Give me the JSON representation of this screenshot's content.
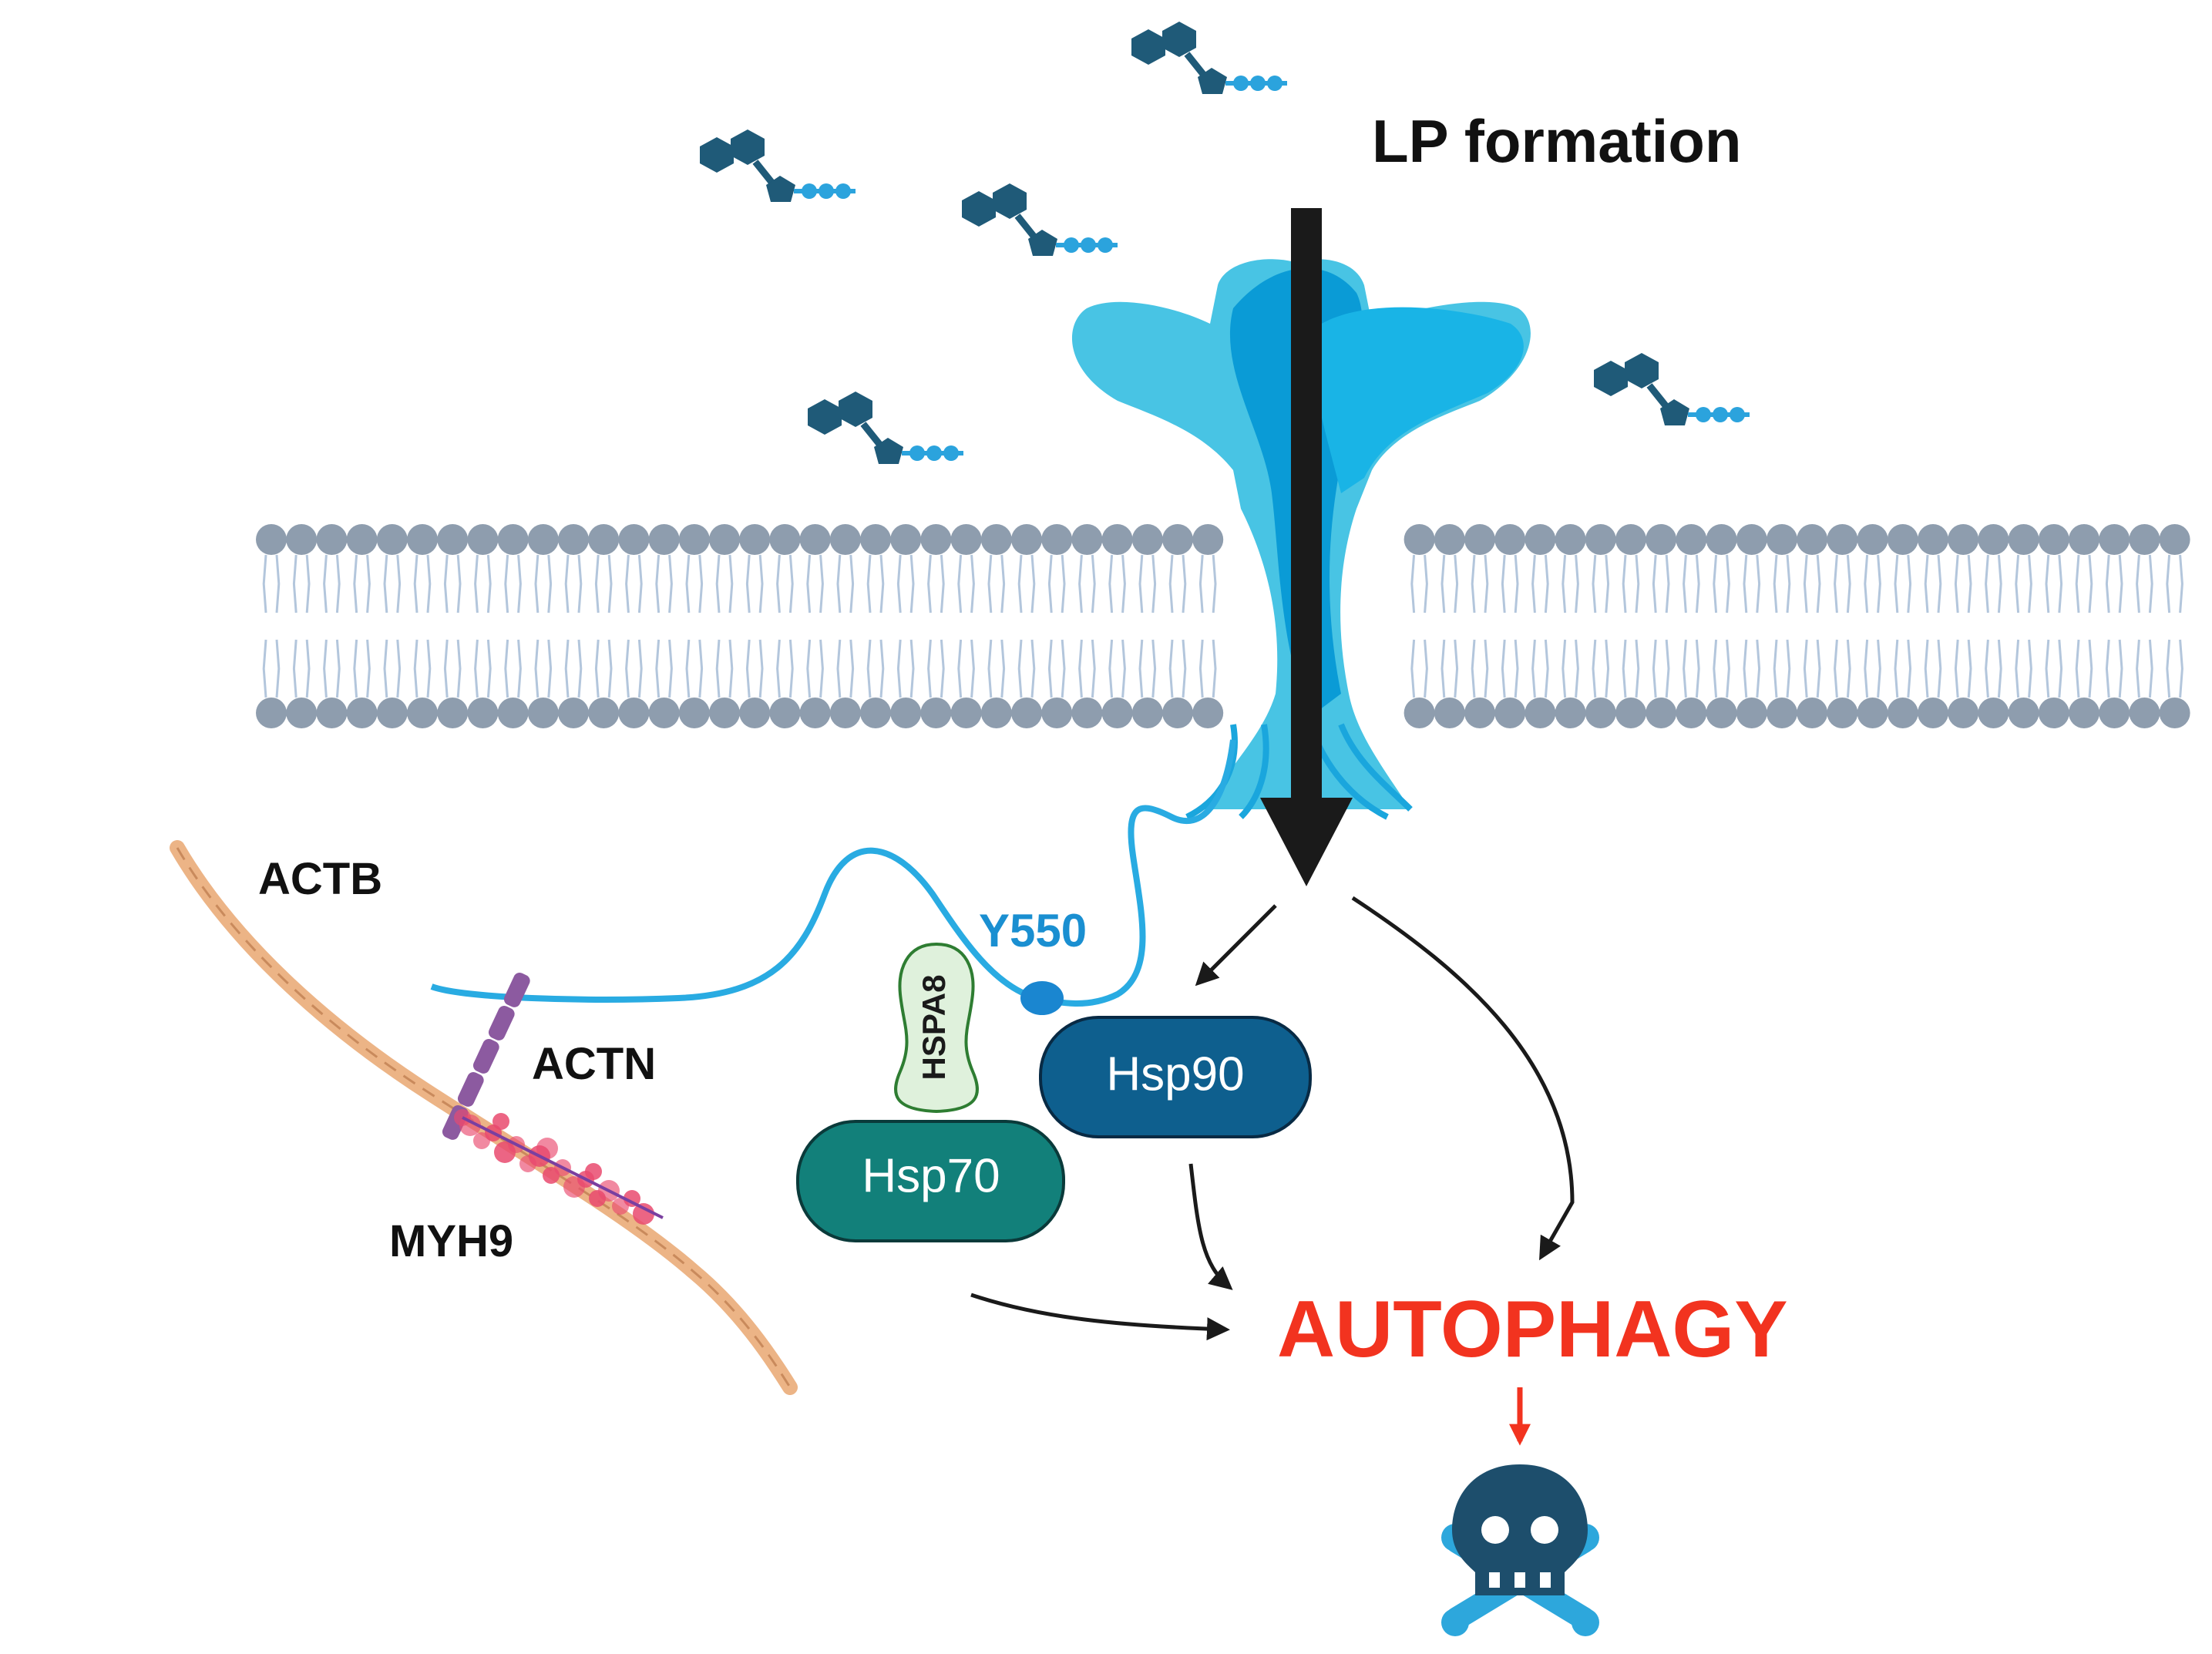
{
  "labels": {
    "lp_formation": "LP formation",
    "actb": "ACTB",
    "actn": "ACTN",
    "myh9": "MYH9",
    "y550": "Y550",
    "hspa8": "HSPA8",
    "hsp90": "Hsp90",
    "hsp70": "Hsp70",
    "autophagy": "AUTOPHAGY"
  },
  "colors": {
    "membrane_head": "#8e9dae",
    "membrane_tail": "#b3c6dc",
    "receptor_light": "#48c4e4",
    "receptor_dark": "#0a9bd6",
    "receptor_tail": "#1aa6dd",
    "ligand_dark": "#1f5a78",
    "ligand_dot": "#2ba3dd",
    "y550_text": "#1a8fd1",
    "hsp90_fill": "#0e5f8e",
    "hsp70_fill": "#12807a",
    "hspa8_fill": "#dff1dc",
    "hspa8_stroke": "#2e7d32",
    "autophagy_red": "#f2331f",
    "actin_fill": "#ecb486",
    "actn_purple": "#8c5aa0",
    "myh9_pink": "#e94a6e",
    "skull_blue": "#1d4e6c",
    "bone_blue": "#2da7dc"
  },
  "icons": {
    "skull": "skull-crossbones-icon",
    "ligand": "ligand-molecule-icon",
    "receptor": "receptor-protein-icon"
  }
}
